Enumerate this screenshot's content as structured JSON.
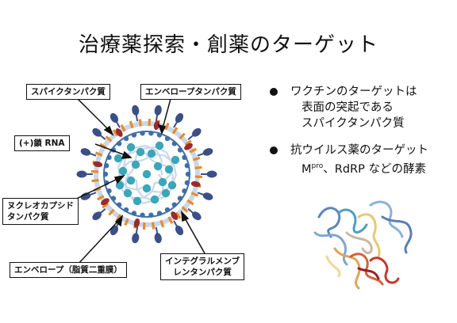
{
  "title": "治療薬探索・創薬のターゲット",
  "labels": {
    "spike": "スパイクタンパク質",
    "envelope_protein": "エンベロープタンパク質",
    "rna": "(+)鎖 RNA",
    "nucleocapsid_1": "ヌクレオカプシド",
    "nucleocapsid_2": "タンパク質",
    "envelope_lipid": "エンベロープ（脂質二重膜）",
    "integral_1": "インテグラルメンブ",
    "integral_2": "レンタンパク質"
  },
  "bullets": [
    {
      "line1": "ワクチンのターゲットは",
      "line2": "表面の突起である",
      "line3": "スパイクタンパク質"
    },
    {
      "line1": "抗ウイルス薬のターゲット",
      "line2_pre": "M",
      "line2_sup": "pro",
      "line2_post": "、RdRP などの酵素"
    }
  ],
  "colors": {
    "spike_blue": "#3a4f86",
    "envelope_orange": "#e98a2a",
    "membrane_red": "#9b2a2a",
    "shell_blue": "#3f6fa8",
    "inner_teal": "#3aa6b8",
    "rna_light": "#c8d8ea"
  }
}
